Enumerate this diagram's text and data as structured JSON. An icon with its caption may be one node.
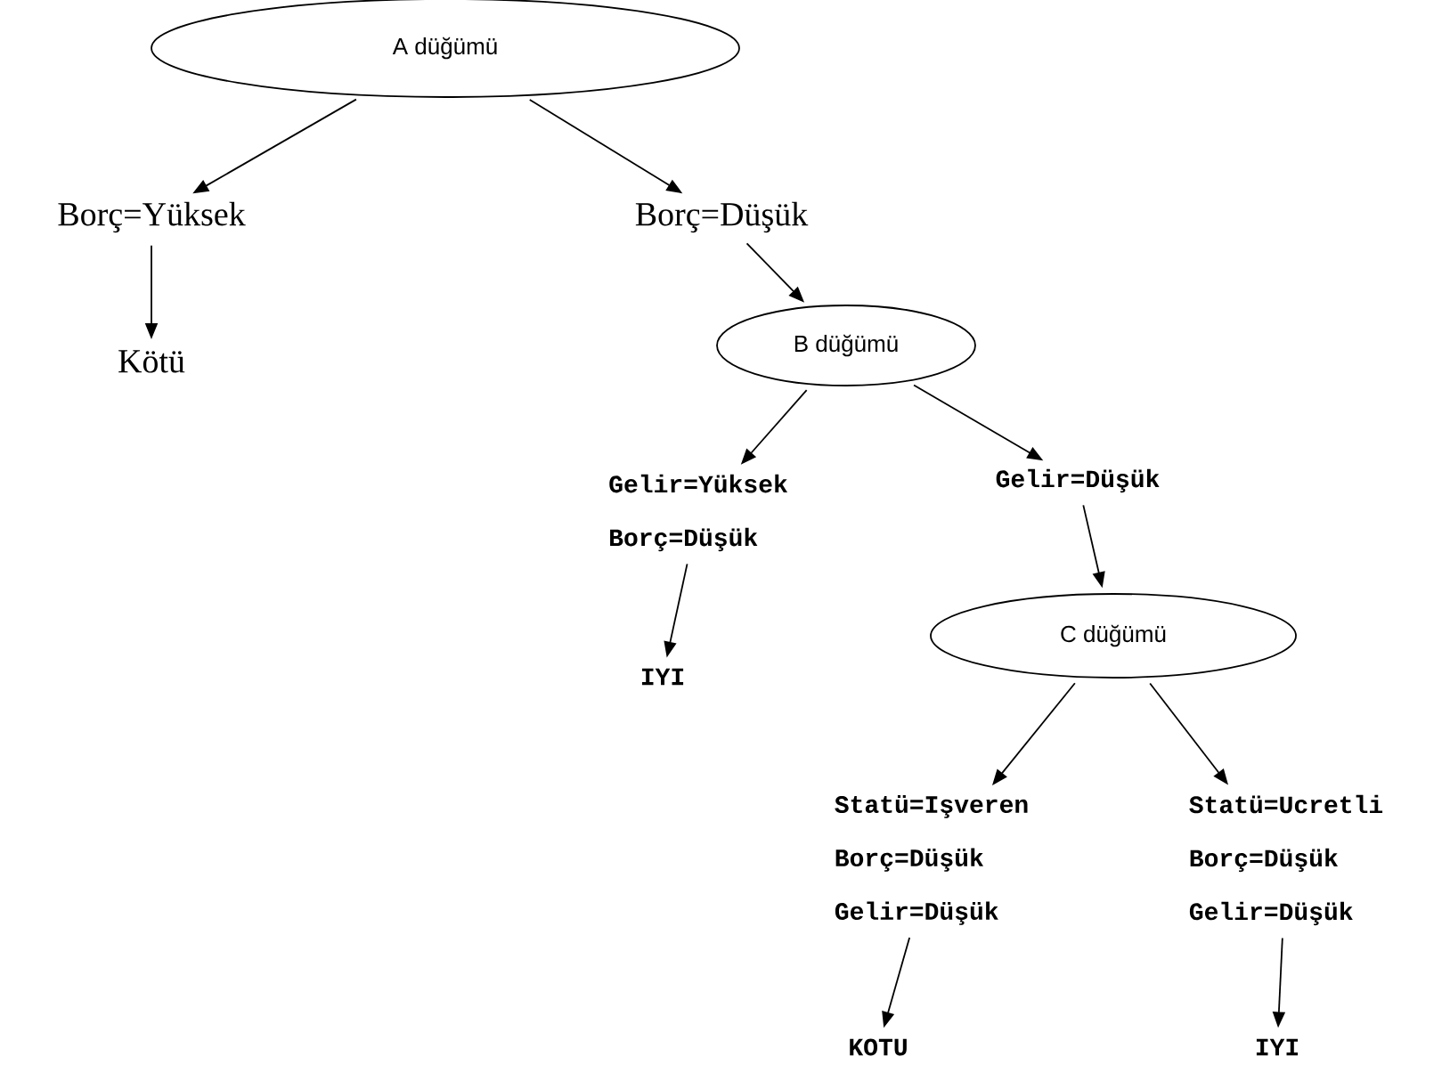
{
  "diagram": {
    "nodes": [
      {
        "text": [
          "A düğümü"
        ]
      },
      {
        "text": [
          "Borç=Yüksek"
        ]
      },
      {
        "text": [
          "Borç=Düşük"
        ]
      },
      {
        "text": [
          "Kötü"
        ]
      },
      {
        "text": [
          "B düğümü"
        ]
      },
      {
        "text": [
          "Gelir=Yüksek",
          "Borç=Düşük"
        ]
      },
      {
        "text": [
          "Gelir=Düşük"
        ]
      },
      {
        "text": [
          "IYI"
        ]
      },
      {
        "text": [
          "C düğümü"
        ]
      },
      {
        "text": [
          "Statü=Işveren",
          "Borç=Düşük",
          "Gelir=Düşük"
        ]
      },
      {
        "text": [
          "Statü=Ucretli",
          "Borç=Düşük",
          "Gelir=Düşük"
        ]
      },
      {
        "text": [
          "KOTU"
        ]
      },
      {
        "text": [
          "IYI"
        ]
      }
    ],
    "edges": [
      {
        "from": 0,
        "to": 1,
        "arrow": "to"
      },
      {
        "from": 0,
        "to": 2,
        "arrow": "to"
      },
      {
        "from": 1,
        "to": 3,
        "arrow": "to"
      },
      {
        "from": 2,
        "to": 4,
        "arrow": "to"
      },
      {
        "from": 4,
        "to": 5,
        "arrow": "to"
      },
      {
        "from": 4,
        "to": 6,
        "arrow": "to"
      },
      {
        "from": 5,
        "to": 7,
        "arrow": "to"
      },
      {
        "from": 6,
        "to": 8,
        "arrow": "to"
      },
      {
        "from": 8,
        "to": 9,
        "arrow": "to"
      },
      {
        "from": 8,
        "to": 10,
        "arrow": "to"
      },
      {
        "from": 9,
        "to": 11,
        "arrow": "to"
      },
      {
        "from": 10,
        "to": 12,
        "arrow": "to"
      }
    ]
  }
}
